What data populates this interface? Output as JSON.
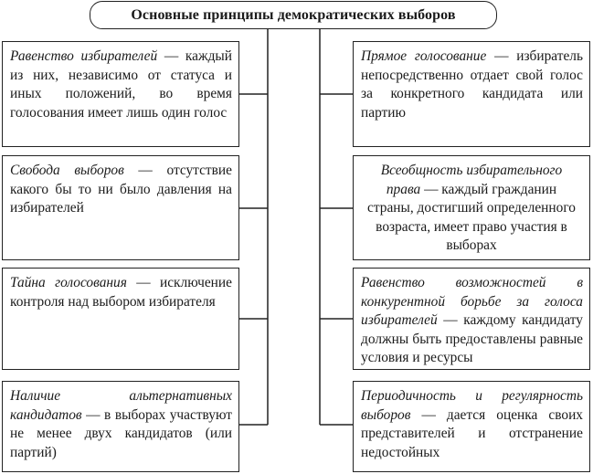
{
  "title": "Основные принципы демократических выборов",
  "left_boxes": [
    {
      "term": "Равенство избирателей",
      "text": " — каждый из них, независимо от статуса и иных положений, во время голосования имеет лишь один голос"
    },
    {
      "term": "Свобода выборов",
      "text": " — отсутствие какого бы то ни было давления на избирателей"
    },
    {
      "term": "Тайна голосования",
      "text": " — исключение контроля над выбором избирателя"
    },
    {
      "term": "Наличие альтернативных кандидатов",
      "text": " — в выборах участвуют не менее двух кандидатов (или партий)"
    }
  ],
  "right_boxes": [
    {
      "term": "Прямое голосование",
      "text": " — избиратель непосредственно отдает свой голос за конкретного кандидата или партию"
    },
    {
      "term": "Всеобщность избирательного права",
      "text": " — каждый гражданин страны, достигший определенного возраста, имеет право участия в выборах"
    },
    {
      "term": "Равенство возможностей в конкурентной борьбе за голоса избирателей",
      "text": " — каждому кандидату должны быть предоставлены равные условия и ресурсы"
    },
    {
      "term": "Периодичность и регулярность выборов",
      "text": " — дается оценка своих представителей и отстранение недостойных"
    }
  ]
}
